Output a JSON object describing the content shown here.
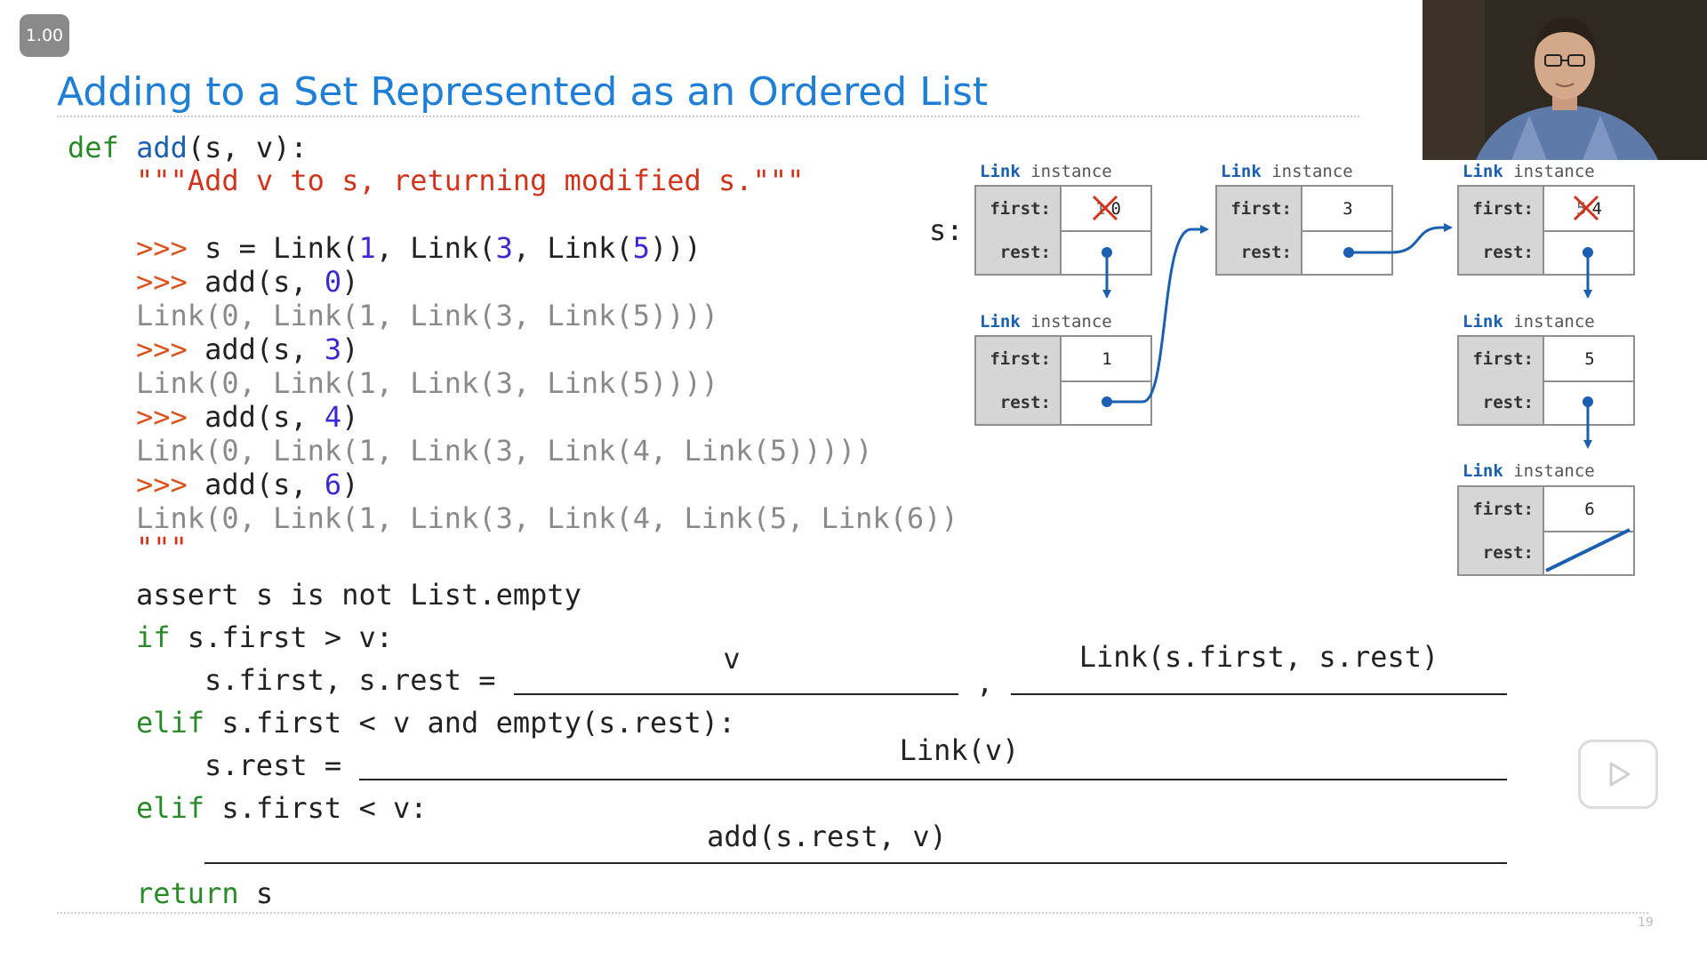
{
  "player": {
    "speed": "1.00"
  },
  "slide": {
    "title": "Adding to a Set Represented as an Ordered List",
    "page_number": "19"
  },
  "code": {
    "def_kw": "def",
    "fn_name": "add",
    "params": "(s, v):",
    "docstring": "\"\"\"Add v to s, returning modified s.\"\"\"",
    "prompt": ">>>",
    "ex1_a": " s = Link(",
    "ex1_n1": "1",
    "ex1_b": ", Link(",
    "ex1_n2": "3",
    "ex1_c": ", Link(",
    "ex1_n3": "5",
    "ex1_d": ")))",
    "ex2_a": " add(s, ",
    "ex2_n": "0",
    "ex2_b": ")",
    "out2": "Link(0, Link(1, Link(3, Link(5))))",
    "ex3_a": " add(s, ",
    "ex3_n": "3",
    "ex3_b": ")",
    "out3": "Link(0, Link(1, Link(3, Link(5))))",
    "ex4_a": " add(s, ",
    "ex4_n": "4",
    "ex4_b": ")",
    "out4": "Link(0, Link(1, Link(3, Link(4, Link(5)))))",
    "ex5_a": " add(s, ",
    "ex5_n": "6",
    "ex5_b": ")",
    "out5": "Link(0, Link(1, Link(3, Link(4, Link(5, Link(6))",
    "doc_end": "\"\"\"",
    "assert_line": "assert s is not List.empty",
    "if_kw": "if",
    "if_cond": " s.first > v:",
    "assign1": "s.first, s.rest =",
    "comma": ",",
    "elif_kw": "elif",
    "elif1_cond": " s.first < v and empty(s.rest):",
    "assign2": "s.rest =",
    "elif2_cond": " s.first < v:",
    "return_kw": "return",
    "return_val": " s"
  },
  "answers": {
    "a1": "v",
    "a2": "Link(s.first, s.rest)",
    "a3": "Link(v)",
    "a4": "add(s.rest, v)"
  },
  "diagram": {
    "s_label": "s:",
    "caption_class": "Link",
    "caption_word": "instance",
    "first_label": "first:",
    "rest_label": "rest:",
    "nodes": {
      "n0": {
        "first_old": "1",
        "first_new": "0"
      },
      "n1": {
        "first": "1"
      },
      "n2": {
        "first": "3"
      },
      "n3": {
        "first_old": "5",
        "first_new": "4"
      },
      "n4": {
        "first": "5"
      },
      "n5": {
        "first": "6"
      }
    }
  },
  "colors": {
    "title": "#1f7fd6",
    "keyword": "#2a8a2a",
    "function": "#1a5fb0",
    "docstring": "#d0341c",
    "prompt": "#d9531e",
    "number": "#3a2ad0",
    "output": "#8a8a8a",
    "arrow": "#1a5fb0"
  }
}
